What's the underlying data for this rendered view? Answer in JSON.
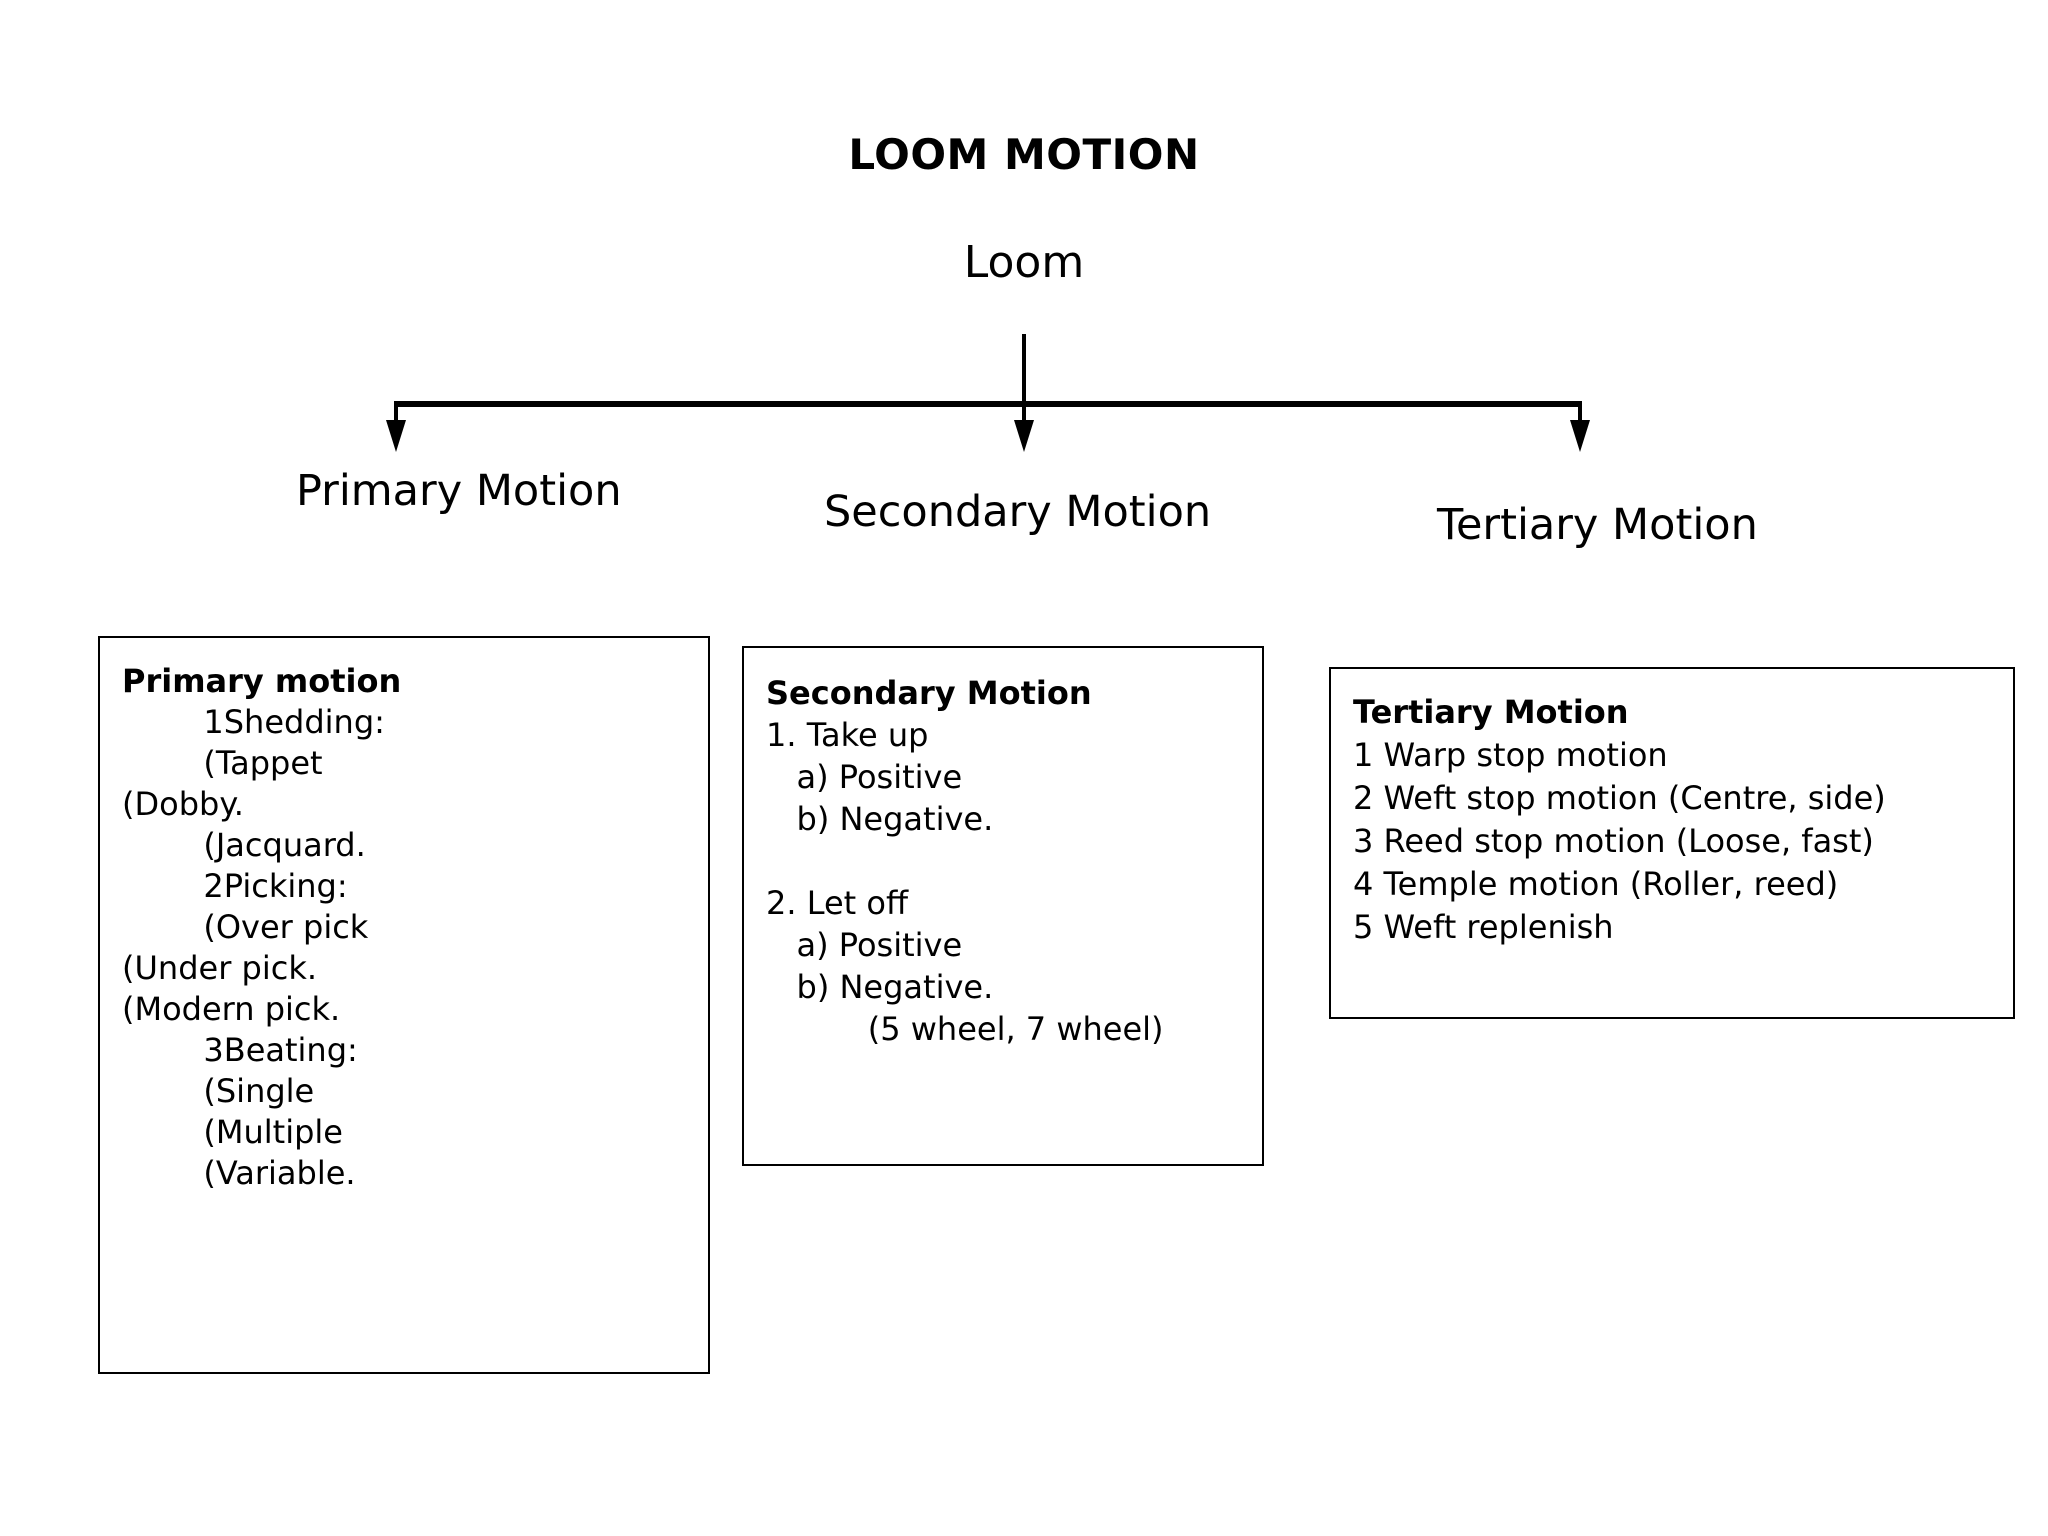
{
  "diagram": {
    "title": "LOOM MOTION",
    "root_node": "Loom",
    "branches": [
      {
        "label": "Primary Motion"
      },
      {
        "label": "Secondary Motion"
      },
      {
        "label": "Tertiary Motion"
      }
    ]
  },
  "primary_box": {
    "heading": "Primary motion",
    "lines": [
      "        1Shedding:",
      "        (Tappet",
      "(Dobby.",
      "        (Jacquard.",
      "        2Picking:",
      "        (Over pick",
      "(Under pick.",
      "(Modern pick.",
      "        3Beating:",
      "        (Single",
      "        (Multiple",
      "        (Variable."
    ]
  },
  "secondary_box": {
    "heading": "Secondary Motion",
    "lines": [
      "1. Take up",
      "   a) Positive",
      "   b) Negative.",
      "",
      "2. Let off",
      "   a) Positive",
      "   b) Negative.",
      "          (5 wheel, 7 wheel)"
    ]
  },
  "tertiary_box": {
    "heading": "Tertiary Motion",
    "lines": [
      "1 Warp stop motion",
      "2 Weft stop motion (Centre, side)",
      "3 Reed stop motion (Loose, fast)",
      "4 Temple motion (Roller, reed)",
      "5 Weft replenish"
    ]
  },
  "colors": {
    "background": "#ffffff",
    "text": "#000000",
    "line": "#000000",
    "box_border": "#000000"
  }
}
